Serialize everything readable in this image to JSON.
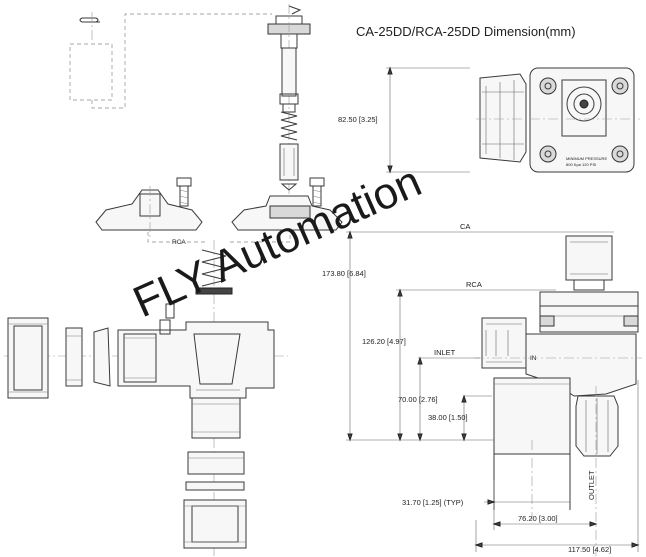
{
  "title": "CA-25DD/RCA-25DD Dimension(mm)",
  "watermark": "FLY Automation",
  "labels": {
    "ca": "CA",
    "rca": "RCA",
    "rca_small": "RCA",
    "inlet": "INLET",
    "inlet_cut": "IN",
    "outlet": "OUTLET",
    "nameplate_line1": "MINIMUM PRESSURE",
    "nameplate_line2": "800 Kpa  120 PSI"
  },
  "dimensions": {
    "top_view_height": "82.50 [3.25]",
    "ca_height": "173.80 [6.84]",
    "rca_height": "126.20 [4.97]",
    "inlet_height": "70.00 [2.76]",
    "outlet_height": "38.00 [1.50]",
    "port_width": "31.70 [1.25] (TYP)",
    "inlet_to_outlet": "76.20 [3.00]",
    "overall_width": "117.50 [4.62]"
  }
}
